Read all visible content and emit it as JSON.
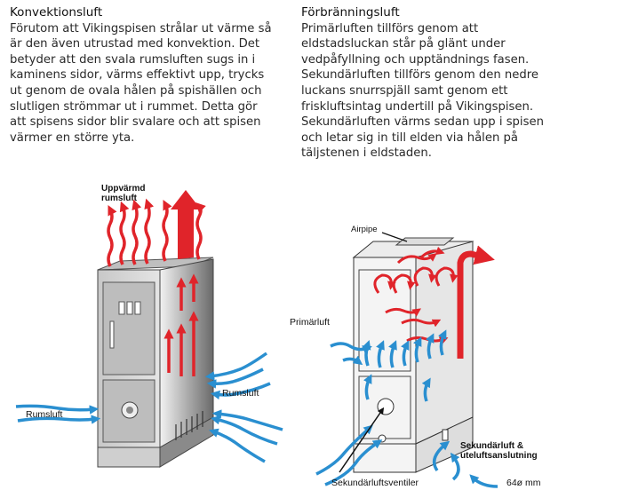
{
  "convection": {
    "title": "Konvektionsluft",
    "body": "Förutom att Vikingspisen strålar ut värme så är den även utrustad med konvektion. Det betyder att den svala rumsluften sugs in i kaminens sidor, värms effektivt upp, trycks ut genom de ovala hålen på spishällen och slutligen strömmar ut i rummet. Detta gör att spisens sidor blir svalare och att spisen värmer en större yta."
  },
  "combustion": {
    "title": "Förbränningsluft",
    "body": "Primärluften tillförs genom att eldstadsluckan står på glänt under vedpåfyllning och upptändnings fasen. Sekundärluften tillförs genom den nedre luckans snurrspjäll samt genom ett friskluftsintag undertill på Vikingspisen. Sekundärluften värms sedan upp i spisen och letar sig in till elden via hålen på täljstenen i eldstaden."
  },
  "labels": {
    "warm_air_line1": "Uppvärmd",
    "warm_air_line2": "rumsluft",
    "room_air_right": "Rumsluft",
    "room_air_left": "Rumsluft",
    "airpipe": "Airpipe",
    "primary_air": "Primärluft",
    "secondary_line1": "Sekundärluft &",
    "secondary_line2": "uteluftsanslutning",
    "secondary_valve": "Sekundärluftsventiler",
    "pipe_size": "64ø mm"
  },
  "colors": {
    "hot_air": "#e0242a",
    "cold_air": "#2a8fd0",
    "stove_body": "#d6d6d6"
  }
}
